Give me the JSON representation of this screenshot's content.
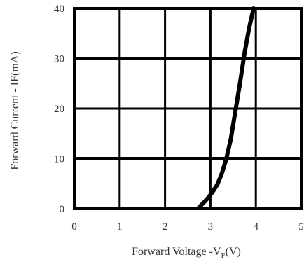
{
  "chart_data": {
    "type": "line",
    "title": "",
    "xlabel": "Forward Voltage -V",
    "xlabel_sub": "F",
    "xlabel_unit": "(V)",
    "ylabel": "Forward Current - IF(mA)",
    "xlim": [
      0,
      5
    ],
    "ylim": [
      0,
      40
    ],
    "xticks": [
      "0",
      "1",
      "2",
      "3",
      "4",
      "5"
    ],
    "yticks": [
      "0",
      "10",
      "20",
      "30",
      "40"
    ],
    "grid": true,
    "series": [
      {
        "x": [
          2.75,
          2.85,
          2.95,
          3.05,
          3.15,
          3.25,
          3.35,
          3.45,
          3.55,
          3.65,
          3.75,
          3.85,
          3.95
        ],
        "y": [
          0.3,
          1.2,
          2.2,
          3.4,
          4.8,
          7.0,
          10.0,
          14.0,
          19.5,
          25.0,
          31.0,
          36.0,
          40.0
        ]
      }
    ]
  },
  "colors": {
    "frame": "#000000",
    "grid": "#000000",
    "curve": "#000000",
    "text": "#333333"
  }
}
